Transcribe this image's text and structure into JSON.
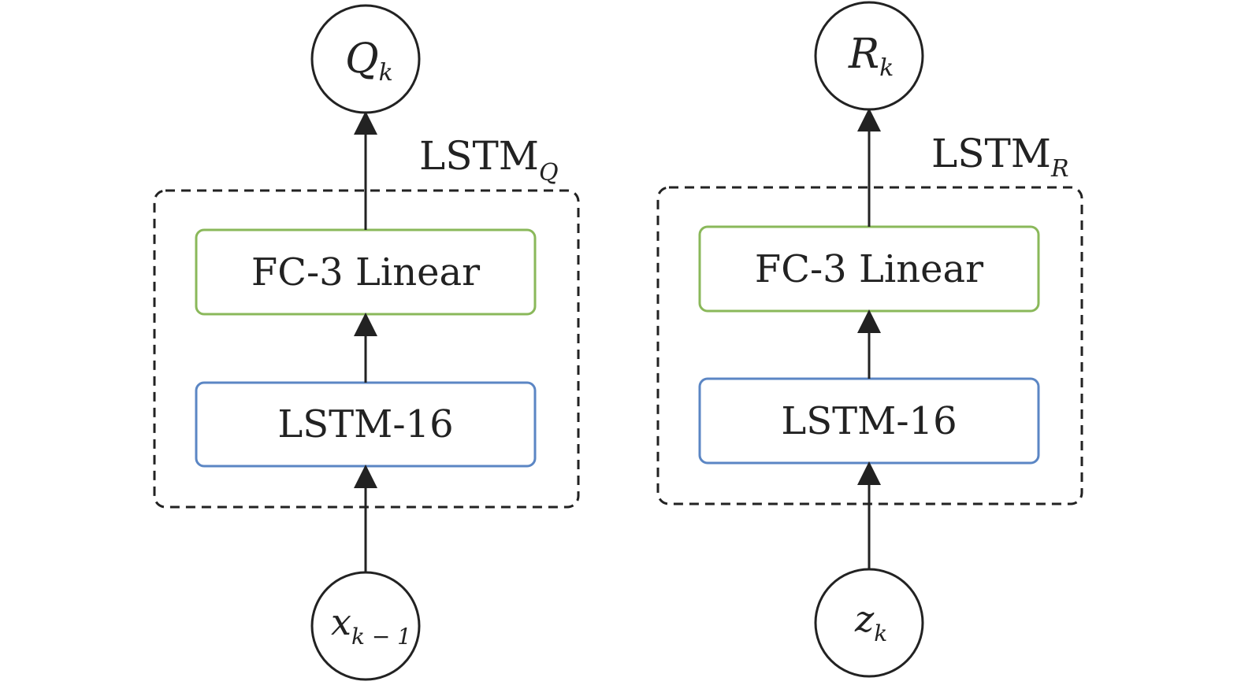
{
  "diagram": {
    "colors": {
      "stroke": "#222222",
      "fc_border": "#8ab85a",
      "lstm_border": "#5b86c4",
      "dashed": "#222222",
      "background": "#ffffff"
    },
    "left": {
      "group_label_main": "LSTM",
      "group_label_sub": "Q",
      "output_node": {
        "main": "Q",
        "sub": "k"
      },
      "input_node": {
        "main": "x",
        "sub": "k − 1"
      },
      "fc_block": "FC-3 Linear",
      "lstm_block": "LSTM-16"
    },
    "right": {
      "group_label_main": "LSTM",
      "group_label_sub": "R",
      "output_node": {
        "main": "R",
        "sub": "k"
      },
      "input_node": {
        "main": "z",
        "sub": "k"
      },
      "fc_block": "FC-3 Linear",
      "lstm_block": "LSTM-16"
    }
  }
}
